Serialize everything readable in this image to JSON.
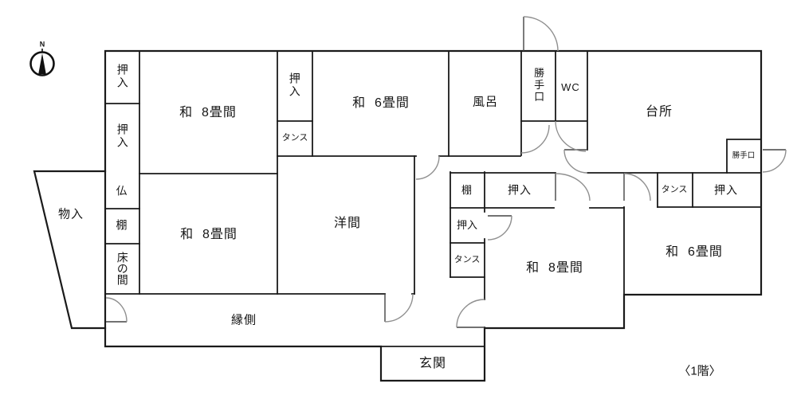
{
  "drawing": {
    "type": "floor-plan",
    "floor_label": "〈1階〉",
    "compass_label": "N"
  },
  "colors": {
    "background": "#ffffff",
    "wall": "#1a1a1a",
    "door_arc": "#909090",
    "door_leaf": "#444444",
    "text": "#151515"
  },
  "labels": {
    "n": "N",
    "oshiire_a": "押入",
    "oshiire_b": "押入",
    "washitsu8_tl": "和  8畳間",
    "oshiire_c": "押入",
    "tansu_a": "タンス",
    "washitsu6_top": "和  6畳間",
    "furo": "風呂",
    "katteguchi_top": "勝手口",
    "wc": "WC",
    "daidokoro": "台所",
    "katteguchi_kitchen": "勝手口",
    "monoire": "物入",
    "butsu": "仏",
    "dana": "棚",
    "tokonoma": "床の間",
    "washitsu8_ml": "和  8畳間",
    "youma": "洋間",
    "tana_b": "棚",
    "oshiire_d": "押入",
    "oshiire_e": "押入",
    "tansu_b": "タンス",
    "washitsu8_br": "和  8畳間",
    "tansu_c": "タンス",
    "oshiire_f": "押入",
    "washitsu6_br": "和  6畳間",
    "engawa": "縁側",
    "genkan": "玄関",
    "floor": "〈1階〉"
  }
}
